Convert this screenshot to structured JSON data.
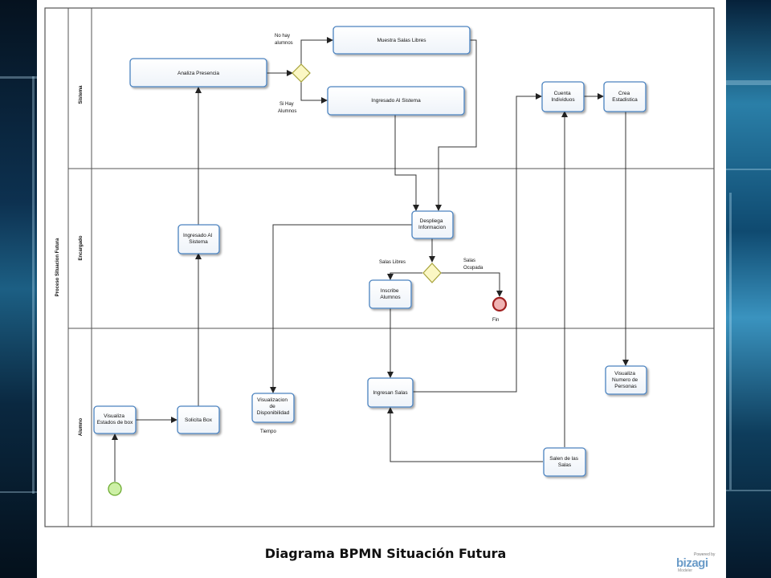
{
  "pool_label": "Proceso Situacion Futura",
  "lanes": {
    "sistema": "Sistema",
    "encargado": "Encargado",
    "alumno": "Alumno"
  },
  "tasks": {
    "analiza_presencia": "Analiza Presencia",
    "muestra_salas_libres": "Muestra Salas Libres",
    "ingresado_al_sistema_sys": "Ingresado  Al Sistema",
    "cuenta_individuos": [
      "Cuenta",
      "Individuos"
    ],
    "crea_estadistica": [
      "Crea",
      "Estadistica"
    ],
    "despliega_informacion": [
      "Despliega",
      "Informacion"
    ],
    "ingresado_al_sistema_enc": [
      "Ingresado  Al",
      "Sistema"
    ],
    "inscribe_alumnos": [
      "Inscribe",
      "Alumnos"
    ],
    "ingresan_salas": "Ingresan Salas",
    "visualiza_numero_personas": [
      "Visualiza",
      "Numero de",
      "Personas"
    ],
    "visualiza_estados_box": [
      "Visualiza",
      "Estados de box"
    ],
    "solicita_box": "Solicita Box",
    "visualizacion_disponibilidad": [
      "Visualizacion",
      "de",
      "Disponibilidad"
    ],
    "salen_de_las_salas": [
      "Salen de las",
      "Salas"
    ]
  },
  "flow_labels": {
    "no_hay_alumnos": [
      "No hay",
      "alumnos"
    ],
    "si_hay_alumnos": [
      "Si  Hay",
      "Alumnos"
    ],
    "salas_libres": "Salas Libres",
    "salas_ocupada": [
      "Salas",
      "Ocupada"
    ],
    "fin": "Fin",
    "tiempo": "Tiempo"
  },
  "caption": "Diagrama BPMN Situación Futura",
  "brand": {
    "powered_by": "Powered by",
    "name": "bizagi",
    "edition": "Modeler"
  },
  "colors": {
    "task_fill": "#ffffff",
    "task_stroke": "#4b83c0",
    "gateway_fill": "#fbf7c4",
    "gateway_stroke": "#a6a23a",
    "start_fill": "#cdf0a6",
    "start_stroke": "#6cab2f",
    "end_fill": "#f0b3b3",
    "end_stroke": "#a02020"
  }
}
